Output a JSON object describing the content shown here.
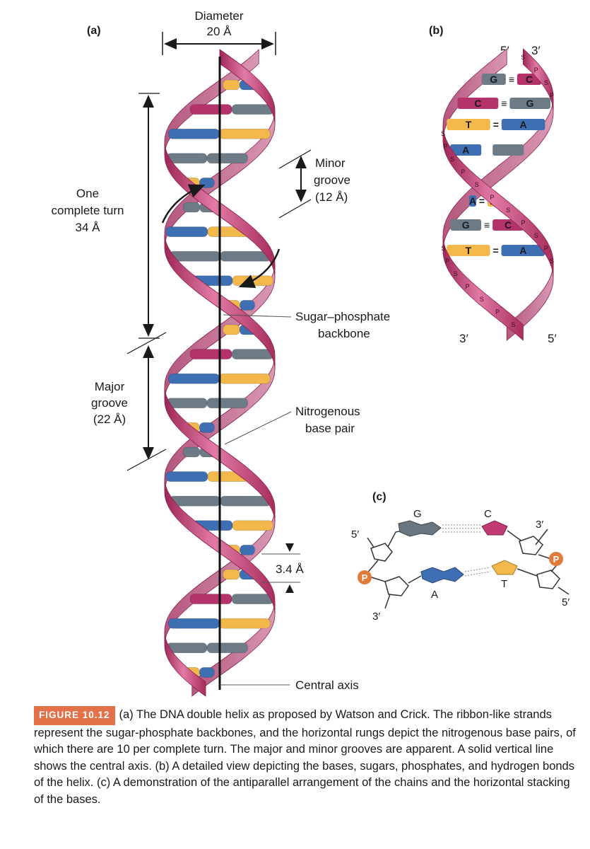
{
  "panel_a": {
    "label": "(a)",
    "diameter_label": "Diameter",
    "diameter_value": "20 Å",
    "turn_line1": "One",
    "turn_line2": "complete turn",
    "turn_line3": "34 Å",
    "major_line1": "Major",
    "major_line2": "groove",
    "major_line3": "(22 Å)",
    "minor_line1": "Minor",
    "minor_line2": "groove",
    "minor_line3": "(12 Å)",
    "backbone_line1": "Sugar–phosphate",
    "backbone_line2": "backbone",
    "basepair_line1": "Nitrogenous",
    "basepair_line2": "base pair",
    "rise_value": "3.4 Å",
    "axis_label": "Central axis"
  },
  "panel_b": {
    "label": "(b)",
    "top_left_end": "5′",
    "top_right_end": "3′",
    "bottom_left_end": "3′",
    "bottom_right_end": "5′",
    "pairs": [
      {
        "left": "G",
        "right": "C",
        "bonds": "≡"
      },
      {
        "left": "C",
        "right": "G",
        "bonds": "≡"
      },
      {
        "left": "T",
        "right": "A",
        "bonds": "="
      },
      {
        "left": "A",
        "right": "",
        "bonds": ""
      },
      {
        "left": "A",
        "right": "T",
        "bonds": "="
      },
      {
        "left": "G",
        "right": "C",
        "bonds": "≡"
      },
      {
        "left": "T",
        "right": "A",
        "bonds": "="
      }
    ],
    "sugar_mark": "S",
    "phosphate_mark": "P"
  },
  "panel_c": {
    "label": "(c)",
    "base_g": "G",
    "base_c": "C",
    "base_a": "A",
    "base_t": "T",
    "phosphate": "P",
    "top_left_end": "5′",
    "top_right_end": "3′",
    "bottom_left_end": "3′",
    "bottom_right_end": "5′"
  },
  "caption": {
    "tag": "FIGURE 10.12",
    "text": "(a) The DNA double helix as proposed by Watson and Crick. The ribbon-like strands represent the sugar-phosphate backbones, and the horizontal rungs depict the nitrogenous base pairs, of which there are 10 per complete turn. The major and minor grooves are apparent. A solid vertical line shows the central axis. (b) A detailed view depicting the bases, sugars, phosphates, and hydrogen bonds of the helix. (c) A demonstration of the antiparallel arrangement of the chains and the horizontal stacking of the bases."
  },
  "colors": {
    "backbone": "#c23a6e",
    "backbone_light": "#e58db0",
    "purine_blue": "#3f6fb3",
    "pyrimidine_yellow": "#f2b84b",
    "gray_base": "#6d7b86",
    "magenta_base": "#b4336a",
    "phosphate_orange": "#e07a3a",
    "caption_tag": "#e2714a"
  }
}
